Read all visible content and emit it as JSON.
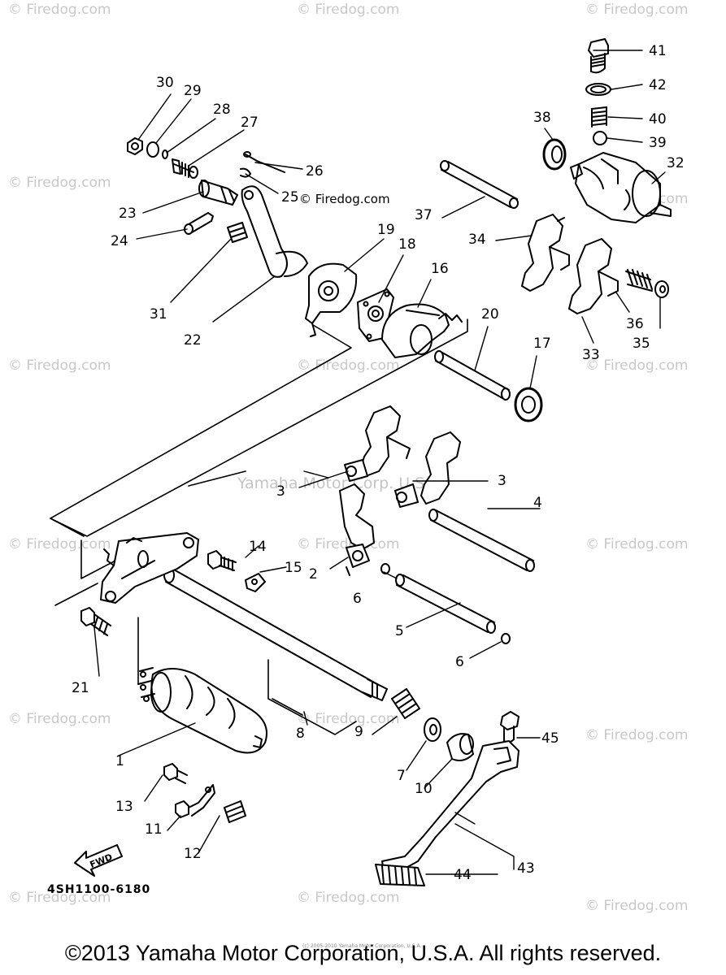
{
  "watermark": "© Firedog.com",
  "center_watermark": "Yamaha Motor Corp. U.S.A.",
  "diagram_label": "© Firedog.com",
  "part_number": "4SH1100-6180",
  "fwd_label": "FWD",
  "copyright": "©2013 Yamaha Motor Corporation, U.S.A. All rights reserved.",
  "tiny_copyright": "(c) 2005-2010 Yamaha Motor Corporation, U.S.A.",
  "callouts": [
    "1",
    "2",
    "3",
    "3",
    "4",
    "5",
    "6",
    "6",
    "7",
    "8",
    "9",
    "10",
    "11",
    "12",
    "13",
    "14",
    "15",
    "16",
    "17",
    "18",
    "19",
    "20",
    "21",
    "22",
    "23",
    "24",
    "25",
    "26",
    "27",
    "28",
    "29",
    "30",
    "31",
    "32",
    "33",
    "34",
    "35",
    "36",
    "37",
    "38",
    "39",
    "40",
    "41",
    "42",
    "43",
    "44",
    "45"
  ]
}
